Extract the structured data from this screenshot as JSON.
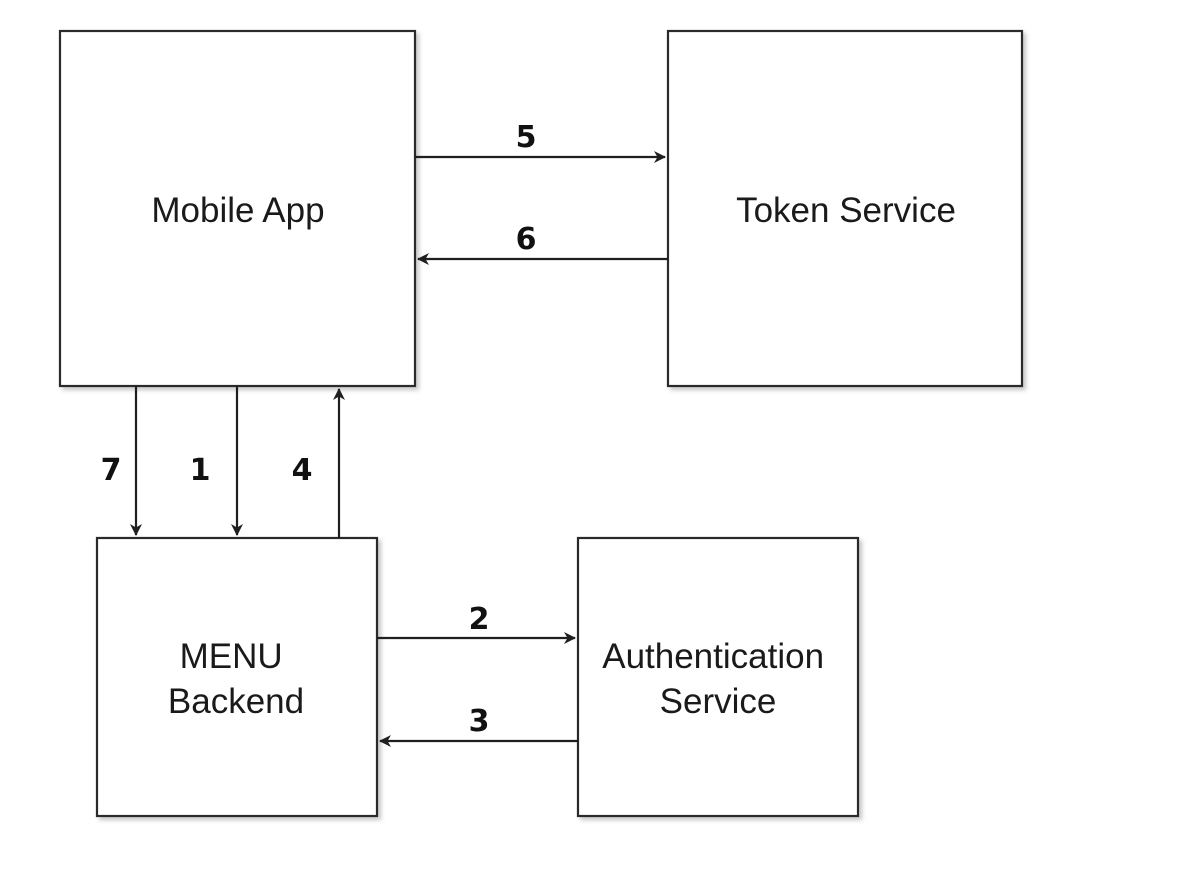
{
  "nodes": {
    "mobile_app": {
      "lines": [
        "Mobile App"
      ]
    },
    "token_service": {
      "lines": [
        "Token Service"
      ]
    },
    "menu_backend": {
      "lines": [
        "MENU",
        "Backend"
      ]
    },
    "auth_service": {
      "lines": [
        "Authentication",
        "Service"
      ]
    }
  },
  "edges": {
    "e1": {
      "label": "1",
      "from": "Mobile App",
      "to": "MENU Backend"
    },
    "e2": {
      "label": "2",
      "from": "MENU Backend",
      "to": "Authentication Service"
    },
    "e3": {
      "label": "3",
      "from": "Authentication Service",
      "to": "MENU Backend"
    },
    "e4": {
      "label": "4",
      "from": "MENU Backend",
      "to": "Mobile App"
    },
    "e5": {
      "label": "5",
      "from": "Mobile App",
      "to": "Token Service"
    },
    "e6": {
      "label": "6",
      "from": "Token Service",
      "to": "Mobile App"
    },
    "e7": {
      "label": "7",
      "from": "Mobile App",
      "to": "MENU Backend"
    }
  },
  "colors": {
    "line": "#1f1f1f",
    "box_border": "#2b2b2b",
    "background": "#ffffff"
  }
}
